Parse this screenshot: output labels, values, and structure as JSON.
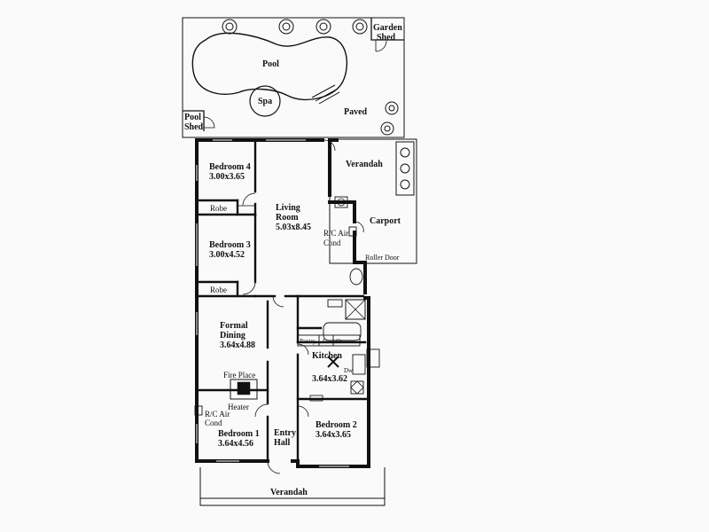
{
  "labels": {
    "pool": "Pool",
    "spa": "Spa",
    "paved": "Paved",
    "garden_shed_1": "Garden",
    "garden_shed_2": "Shed",
    "pool_shed_1": "Pool",
    "pool_shed_2": "Shed",
    "verandah_rear": "Verandah",
    "carport": "Carport",
    "roller_door": "Roller Door",
    "bedroom4": {
      "name": "Bedroom 4",
      "size": "3.00x3.65"
    },
    "bedroom3": {
      "name": "Bedroom 3",
      "size": "3.00x4.52"
    },
    "robe_upper": "Robe",
    "robe_lower": "Robe",
    "living": {
      "name1": "Living",
      "name2": "Room",
      "size": "5.03x8.45"
    },
    "rc_air_living": {
      "line1": "R/C Air",
      "line2": "Cond"
    },
    "formal_dining": {
      "name1": "Formal",
      "name2": "Dining",
      "size": "3.64x4.88"
    },
    "fire_place": "Fire Place",
    "heater": "Heater",
    "pantry": "Pantry",
    "fs": "Fs",
    "ov": "Ov",
    "kitchen": {
      "name": "Kitchen",
      "size": "3.64x3.62"
    },
    "dw": "Dw",
    "rc_air_bed1": {
      "line1": "R/C Air",
      "line2": "Cond"
    },
    "bedroom1": {
      "name": "Bedroom 1",
      "size": "3.64x4.56"
    },
    "entry_hall": {
      "name1": "Entry",
      "name2": "Hall"
    },
    "bedroom2": {
      "name": "Bedroom 2",
      "size": "3.64x3.65"
    },
    "verandah_front": "Verandah"
  }
}
